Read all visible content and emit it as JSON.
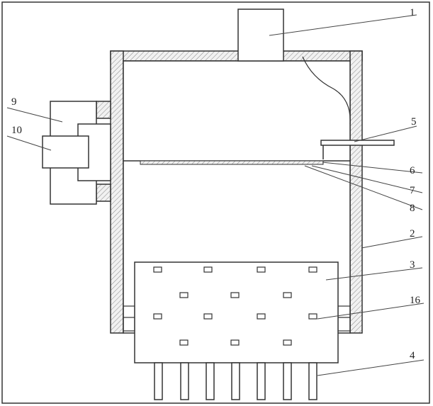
{
  "figure": {
    "labels": {
      "l1": "1",
      "l2": "2",
      "l3": "3",
      "l4": "4",
      "l5": "5",
      "l6": "6",
      "l7": "7",
      "l8": "8",
      "l9": "9",
      "l10": "10",
      "l16": "16"
    },
    "colors": {
      "line": "#333333",
      "fill": "#ffffff",
      "wall_fill": "#ececec"
    }
  }
}
